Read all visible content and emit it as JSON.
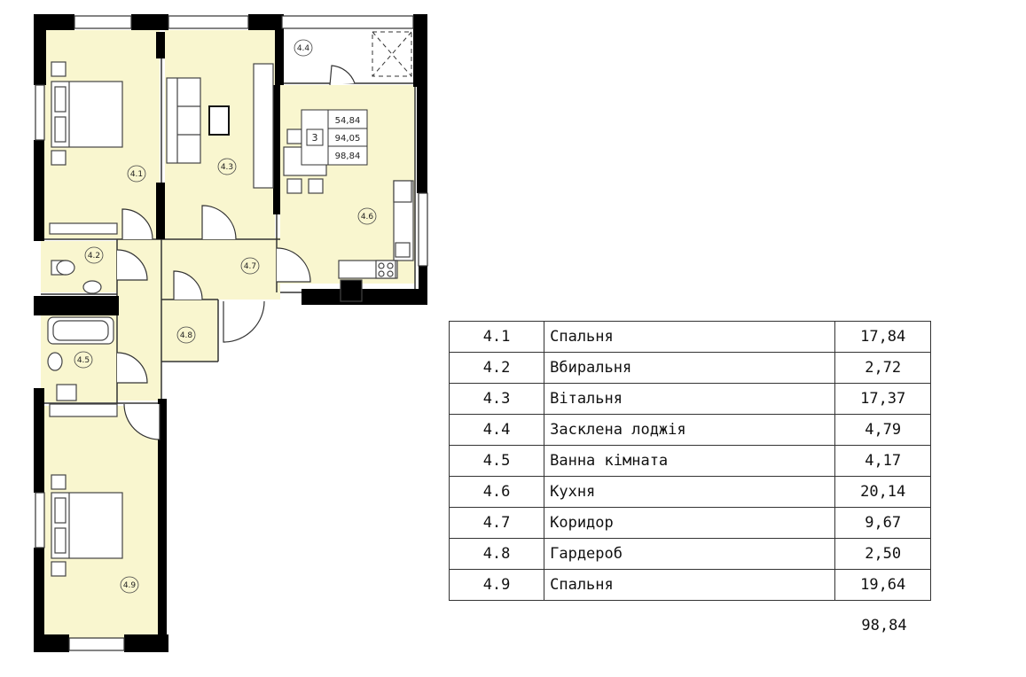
{
  "plan": {
    "room_tags": {
      "r41": "4.1",
      "r42": "4.2",
      "r43": "4.3",
      "r44": "4.4",
      "r45": "4.5",
      "r46": "4.6",
      "r47": "4.7",
      "r48": "4.8",
      "r49": "4.9"
    },
    "summary_badge": {
      "rooms": "3",
      "area_living": "54,84",
      "area_total": "94,05",
      "area_total_with_loggia": "98,84"
    },
    "colors": {
      "floor": "#f9f6cf",
      "wall": "#000000",
      "line": "#333333"
    }
  },
  "legend": {
    "rows": [
      {
        "num": "4.1",
        "name": "Спальня",
        "area": "17,84"
      },
      {
        "num": "4.2",
        "name": "Вбиральня",
        "area": "2,72"
      },
      {
        "num": "4.3",
        "name": "Вітальня",
        "area": "17,37"
      },
      {
        "num": "4.4",
        "name": "Засклена лоджія",
        "area": "4,79"
      },
      {
        "num": "4.5",
        "name": "Ванна кімната",
        "area": "4,17"
      },
      {
        "num": "4.6",
        "name": "Кухня",
        "area": "20,14"
      },
      {
        "num": "4.7",
        "name": "Коридор",
        "area": "9,67"
      },
      {
        "num": "4.8",
        "name": "Гардероб",
        "area": "2,50"
      },
      {
        "num": "4.9",
        "name": "Спальня",
        "area": "19,64"
      }
    ],
    "total": "98,84"
  }
}
